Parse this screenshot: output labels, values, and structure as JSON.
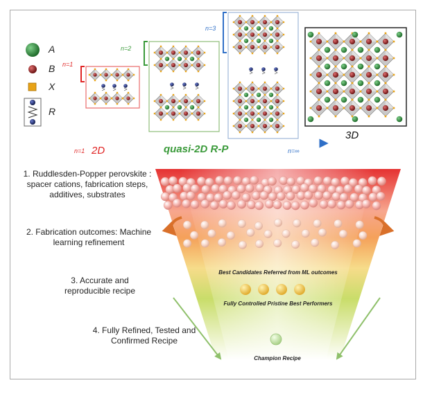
{
  "legend": [
    {
      "key": "A",
      "symbol": "green-sphere"
    },
    {
      "key": "B",
      "symbol": "red-sphere"
    },
    {
      "key": "X",
      "symbol": "orange-square"
    },
    {
      "key": "R",
      "symbol": "organic-spacer"
    }
  ],
  "structures": {
    "n1_label": "n=1",
    "n2_label": "n=2",
    "n3_label": "n=3",
    "bulk_label": "3D"
  },
  "axis": {
    "left_n": "n=1",
    "left_label": "2D",
    "middle_label": "quasi-2D R-P",
    "right_n": "n=∞"
  },
  "steps": {
    "step1": "1.  Ruddlesden-Popper perovskite : spacer cations, fabrication steps, additives, substrates",
    "step2": "2. Fabrication outcomes: Machine learning refinement",
    "step3": "3. Accurate and reproducible recipe",
    "step4": "4. Fully Refined, Tested and Confirmed Recipe"
  },
  "funnel": {
    "best_candidates": "Best Candidates Referred from ML outcomes",
    "fully_controlled": "Fully Controlled Pristine Best Performers",
    "champion": "Champion Recipe"
  },
  "colors": {
    "red": "#e02424",
    "green": "#3a9a3a",
    "blue": "#2f6fc7",
    "orange": "#e38a1e",
    "a_cation": "#1f7a2c",
    "b_cation": "#8b1c1c",
    "x_anion": "#e8a317",
    "spacer": "#1d2a66"
  }
}
